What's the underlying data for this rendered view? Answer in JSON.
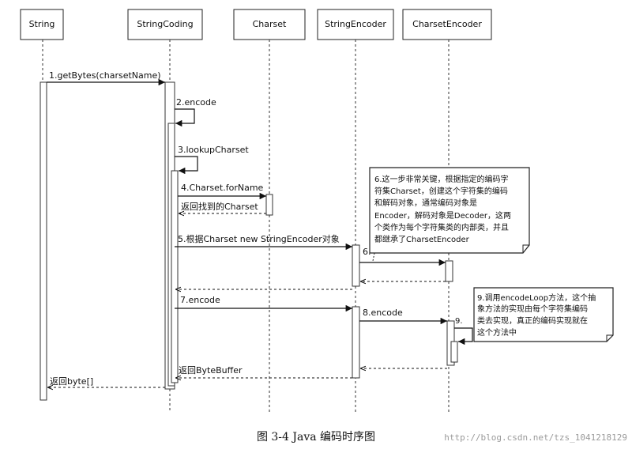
{
  "diagram": {
    "participants": [
      {
        "id": "string",
        "label": "String"
      },
      {
        "id": "stringcoding",
        "label": "StringCoding"
      },
      {
        "id": "charset",
        "label": "Charset"
      },
      {
        "id": "stringencoder",
        "label": "StringEncoder"
      },
      {
        "id": "charsetencoder",
        "label": "CharsetEncoder"
      }
    ],
    "messages": [
      {
        "id": "m1",
        "label": "1.getBytes(charsetName)"
      },
      {
        "id": "m2",
        "label": "2.encode"
      },
      {
        "id": "m3",
        "label": "3.lookupCharset"
      },
      {
        "id": "m4",
        "label": "4.Charset.forName"
      },
      {
        "id": "m4r",
        "label": "返回找到的Charset"
      },
      {
        "id": "m5",
        "label": "5.根据Charset new StringEncoder对象"
      },
      {
        "id": "m6",
        "label": "6."
      },
      {
        "id": "m7",
        "label": "7.encode"
      },
      {
        "id": "m8",
        "label": "8.encode"
      },
      {
        "id": "m9",
        "label": "9."
      },
      {
        "id": "m10",
        "label": "返回ByteBuffer"
      },
      {
        "id": "m11",
        "label": "返回byte[]"
      }
    ],
    "notes": [
      {
        "id": "note6",
        "lines": [
          "6.这一步非常关键，根据指定的编码字",
          "符集Charset，创建这个字符集的编码",
          "和解码对象，通常编码对象是",
          "Encoder，解码对象是Decoder，这两",
          "个类作为每个字符集类的内部类，并且",
          "都继承了CharsetEncoder"
        ]
      },
      {
        "id": "note9",
        "lines": [
          "9.调用encodeLoop方法，这个抽",
          "象方法的实现由每个字符集编码",
          "类去实现，真正的编码实现就在",
          "这个方法中"
        ]
      }
    ]
  },
  "caption": "图 3-4   Java 编码时序图",
  "watermark": "http://blog.csdn.net/tzs_1041218129"
}
